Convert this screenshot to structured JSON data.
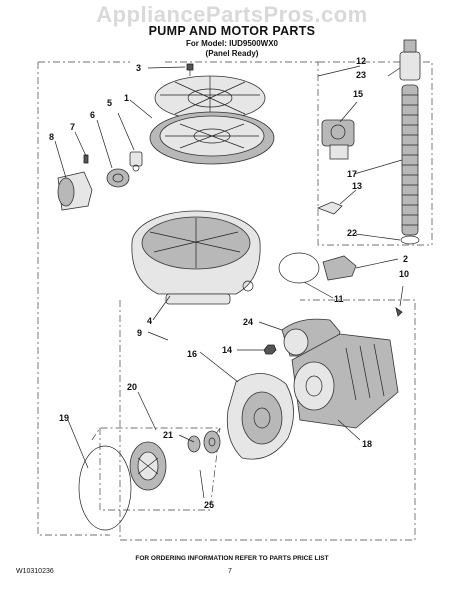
{
  "watermark": "AppliancePartsPros.com",
  "title": "PUMP AND MOTOR PARTS",
  "model_line": "For Model: IUD9500WX0",
  "panel_line": "(Panel Ready)",
  "callouts": {
    "c1": "1",
    "c2": "2",
    "c3": "3",
    "c4": "4",
    "c5": "5",
    "c6": "6",
    "c7": "7",
    "c8": "8",
    "c9": "9",
    "c10": "10",
    "c11": "11",
    "c12": "12",
    "c13": "13",
    "c14": "14",
    "c15": "15",
    "c16": "16",
    "c17": "17",
    "c18": "18",
    "c19": "19",
    "c20": "20",
    "c21": "21",
    "c22": "22",
    "c23": "23",
    "c24": "24",
    "c25": "25"
  },
  "footer_note": "FOR ORDERING INFORMATION REFER TO PARTS PRICE LIST",
  "doc_number": "W10310236",
  "page_number": "7"
}
